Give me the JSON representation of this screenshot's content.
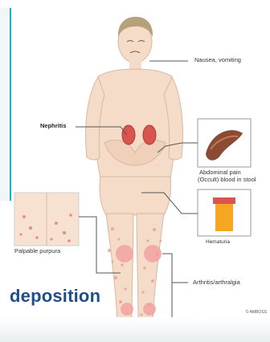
{
  "labels": {
    "nausea": "Nausea, vomiting",
    "nephritis": "Nephritis",
    "abdominal": "Abdominal pain",
    "occult": "(Occult) blood in stool",
    "hematuria": "Hematuria",
    "purpura": "Palpable purpura",
    "arthritis": "Arthritis/arthralgia",
    "copyright": "© AMBOSS",
    "banner": "deposition"
  },
  "colors": {
    "skin": "#f5dcc8",
    "rash": "#e89a8a",
    "joint": "#f2a3a3",
    "kidney": "#d9534f",
    "accent": "#1f4e8c",
    "teal": "#19b0c8"
  }
}
